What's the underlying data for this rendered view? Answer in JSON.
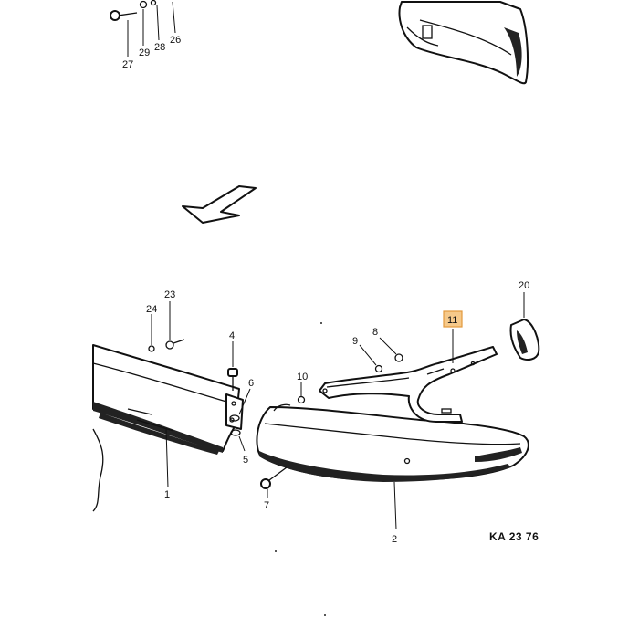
{
  "callouts": {
    "c1": "1",
    "c2": "2",
    "c4": "4",
    "c5": "5",
    "c6": "6",
    "c7": "7",
    "c8": "8",
    "c9": "9",
    "c10": "10",
    "c11": "11",
    "c20": "20",
    "c23": "23",
    "c24": "24",
    "c26": "26",
    "c27": "27",
    "c28": "28",
    "c29": "29"
  },
  "drawing_code": "KA 23 76",
  "highlight_color": "#f6c98a",
  "highlight_border": "#e39a3c"
}
